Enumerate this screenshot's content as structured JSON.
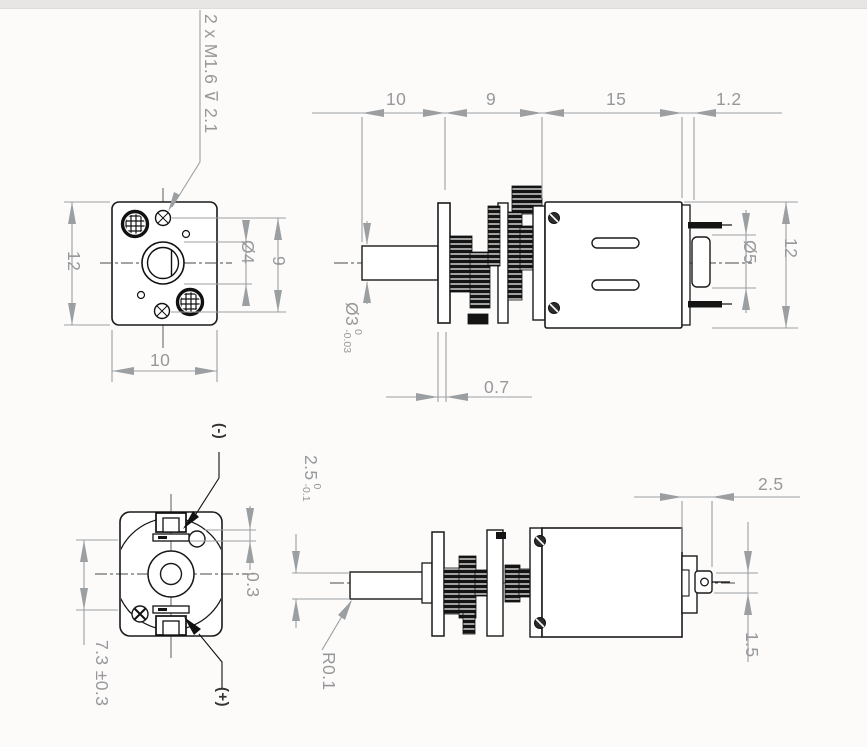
{
  "drawing": {
    "type": "engineering-dimension-drawing",
    "subject": "micro metal gearmotor, 4 orthographic views",
    "units": "mm",
    "colors": {
      "part_line": "#1a1a1a",
      "dimension": "#9b9fa2",
      "dimension_text": "#96989b",
      "background": "#fcfbf9",
      "top_band": "#e7e6e4"
    },
    "views": {
      "front_view": "gearbox face view",
      "side_view": "side elevation view",
      "rear_view": "motor end-cap view",
      "bottom_view": "plan view"
    },
    "labels": {
      "thread_note": "2 x M1.6 ⊽ 2.1",
      "front_height": "12",
      "front_width": "10",
      "boss_diameter": "Ø4",
      "screw_spacing": "9",
      "shaft_length": "10",
      "gearbox_length": "9",
      "motor_length": "15",
      "cap_thickness": "1.2",
      "end_boss_diameter": "Ø5",
      "body_diameter": "12",
      "shaft_diameter": "Ø3",
      "shaft_tol_upper": "0",
      "shaft_tol_lower": "-0.03",
      "shoulder_length": "0.7",
      "negative_terminal": "(-)",
      "positive_terminal": "(+)",
      "terminal_spacing": "7.3 ±0.3",
      "tab_offset": "0.3",
      "flat_width": "2.5",
      "flat_tol_upper": "0",
      "flat_tol_lower": "-0.1",
      "fillet_radius": "R0.1",
      "terminal_length": "2.5",
      "terminal_width": "1.5"
    }
  }
}
